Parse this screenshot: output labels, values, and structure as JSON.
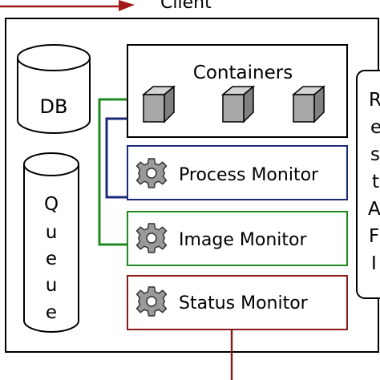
{
  "client": {
    "label": "Client"
  },
  "db": {
    "label": "DB"
  },
  "queue": {
    "letters": [
      "Q",
      "u",
      "e",
      "u",
      "e"
    ]
  },
  "containers": {
    "title": "Containers"
  },
  "monitors": {
    "process": "Process Monitor",
    "image": "Image Monitor",
    "status": "Status Monitor"
  },
  "side_panel": {
    "letters": [
      "R",
      "e",
      "s",
      "t",
      "A",
      "F",
      "I"
    ]
  },
  "colors": {
    "process_border": "#1a2a7a",
    "image_border": "#1f8a1f",
    "status_border": "#8b1a1a",
    "client_arrow": "#a01818",
    "cube_front": "#a8a8a8",
    "cube_top": "#d4d4d4",
    "cube_side": "#808080",
    "gear_fill": "#9a9a9a"
  },
  "icons": {
    "gear": "gear-icon",
    "container": "container-cube-icon"
  }
}
